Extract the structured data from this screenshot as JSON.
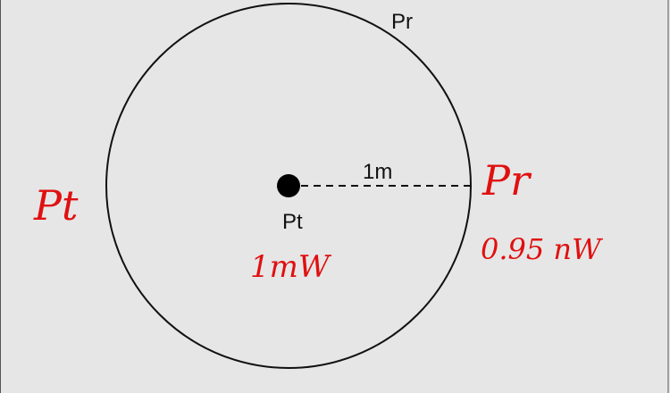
{
  "diagram": {
    "labels": {
      "receiver_top": "Pr",
      "distance": "1m",
      "transmitter": "Pt"
    },
    "handwritten": {
      "left_note": "Pt",
      "right_note": "Pr",
      "transmitter_power": "1mW",
      "received_power": "0.95 nW"
    },
    "colors": {
      "background": "#e6e6e6",
      "stroke": "#111111",
      "annotation": "#e01010"
    }
  }
}
